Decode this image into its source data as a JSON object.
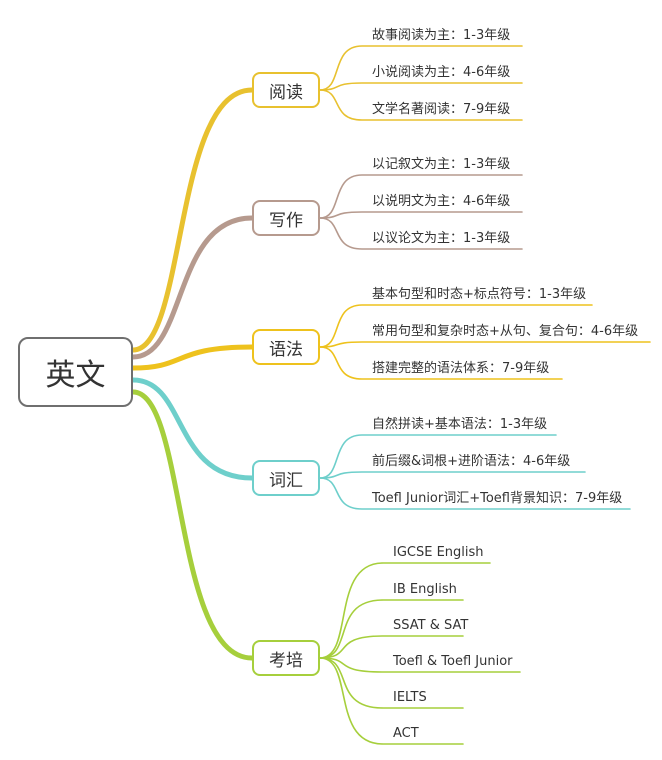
{
  "root": {
    "label": "英文"
  },
  "branches": [
    {
      "label": "阅读",
      "color": "#E8C12F",
      "leaves": [
        "故事阅读为主：1-3年级",
        "小说阅读为主：4-6年级",
        "文学名著阅读：7-9年级"
      ]
    },
    {
      "label": "写作",
      "color": "#B69A8E",
      "leaves": [
        "以记叙文为主：1-3年级",
        "以说明文为主：4-6年级",
        "以议论文为主：1-3年级"
      ]
    },
    {
      "label": "语法",
      "color": "#EEC21D",
      "leaves": [
        "基本句型和时态+标点符号：1-3年级",
        "常用句型和复杂时态+从句、复合句：4-6年级",
        "搭建完整的语法体系：7-9年级"
      ]
    },
    {
      "label": "词汇",
      "color": "#6ECFCB",
      "leaves": [
        "自然拼读+基本语法：1-3年级",
        "前后缀&词根+进阶语法：4-6年级",
        "Toefl Junior词汇+Toefl背景知识：7-9年级"
      ]
    },
    {
      "label": "考培",
      "color": "#A6CF3C",
      "leaves": [
        "IGCSE English",
        "IB English",
        "SSAT & SAT",
        "Toefl & Toefl Junior",
        "IELTS",
        "ACT"
      ]
    }
  ]
}
